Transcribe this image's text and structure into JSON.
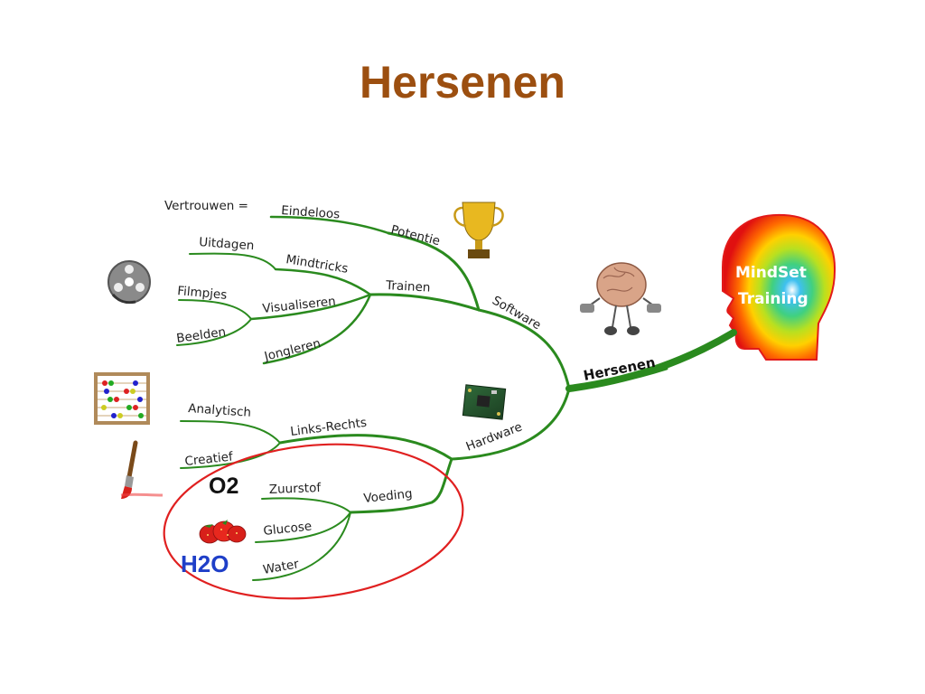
{
  "title": "Hersenen",
  "head": {
    "label_line1": "MindSet",
    "label_line2": "Training"
  },
  "root": "Hersenen",
  "software": {
    "label": "Software",
    "potentie": {
      "label": "Potentie",
      "child": "Eindeloos",
      "prefix": "Vertrouwen ="
    },
    "trainen": {
      "label": "Trainen",
      "mindtricks": {
        "label": "Mindtricks",
        "child": "Uitdagen"
      },
      "visualiseren": {
        "label": "Visualiseren",
        "children": [
          "Filmpjes",
          "Beelden"
        ]
      },
      "jongleren": "Jongleren"
    }
  },
  "hardware": {
    "label": "Hardware",
    "links_rechts": {
      "label": "Links-Rechts",
      "children": [
        "Analytisch",
        "Creatief"
      ]
    },
    "voeding": {
      "label": "Voeding",
      "children": [
        "Zuurstof",
        "Glucose",
        "Water"
      ]
    }
  },
  "extras": {
    "o2": "O2",
    "h2o": "H2O"
  },
  "colors": {
    "title": "#9c4f10",
    "branch": "#2a8a1e",
    "circle": "#e02020",
    "h2o": "#1f3fc8"
  },
  "icons": [
    "trophy-icon",
    "brain-dumbbell-icon",
    "film-reel-icon",
    "abacus-icon",
    "paintbrush-icon",
    "circuit-board-icon",
    "strawberries-icon",
    "heatmap-head-icon"
  ]
}
